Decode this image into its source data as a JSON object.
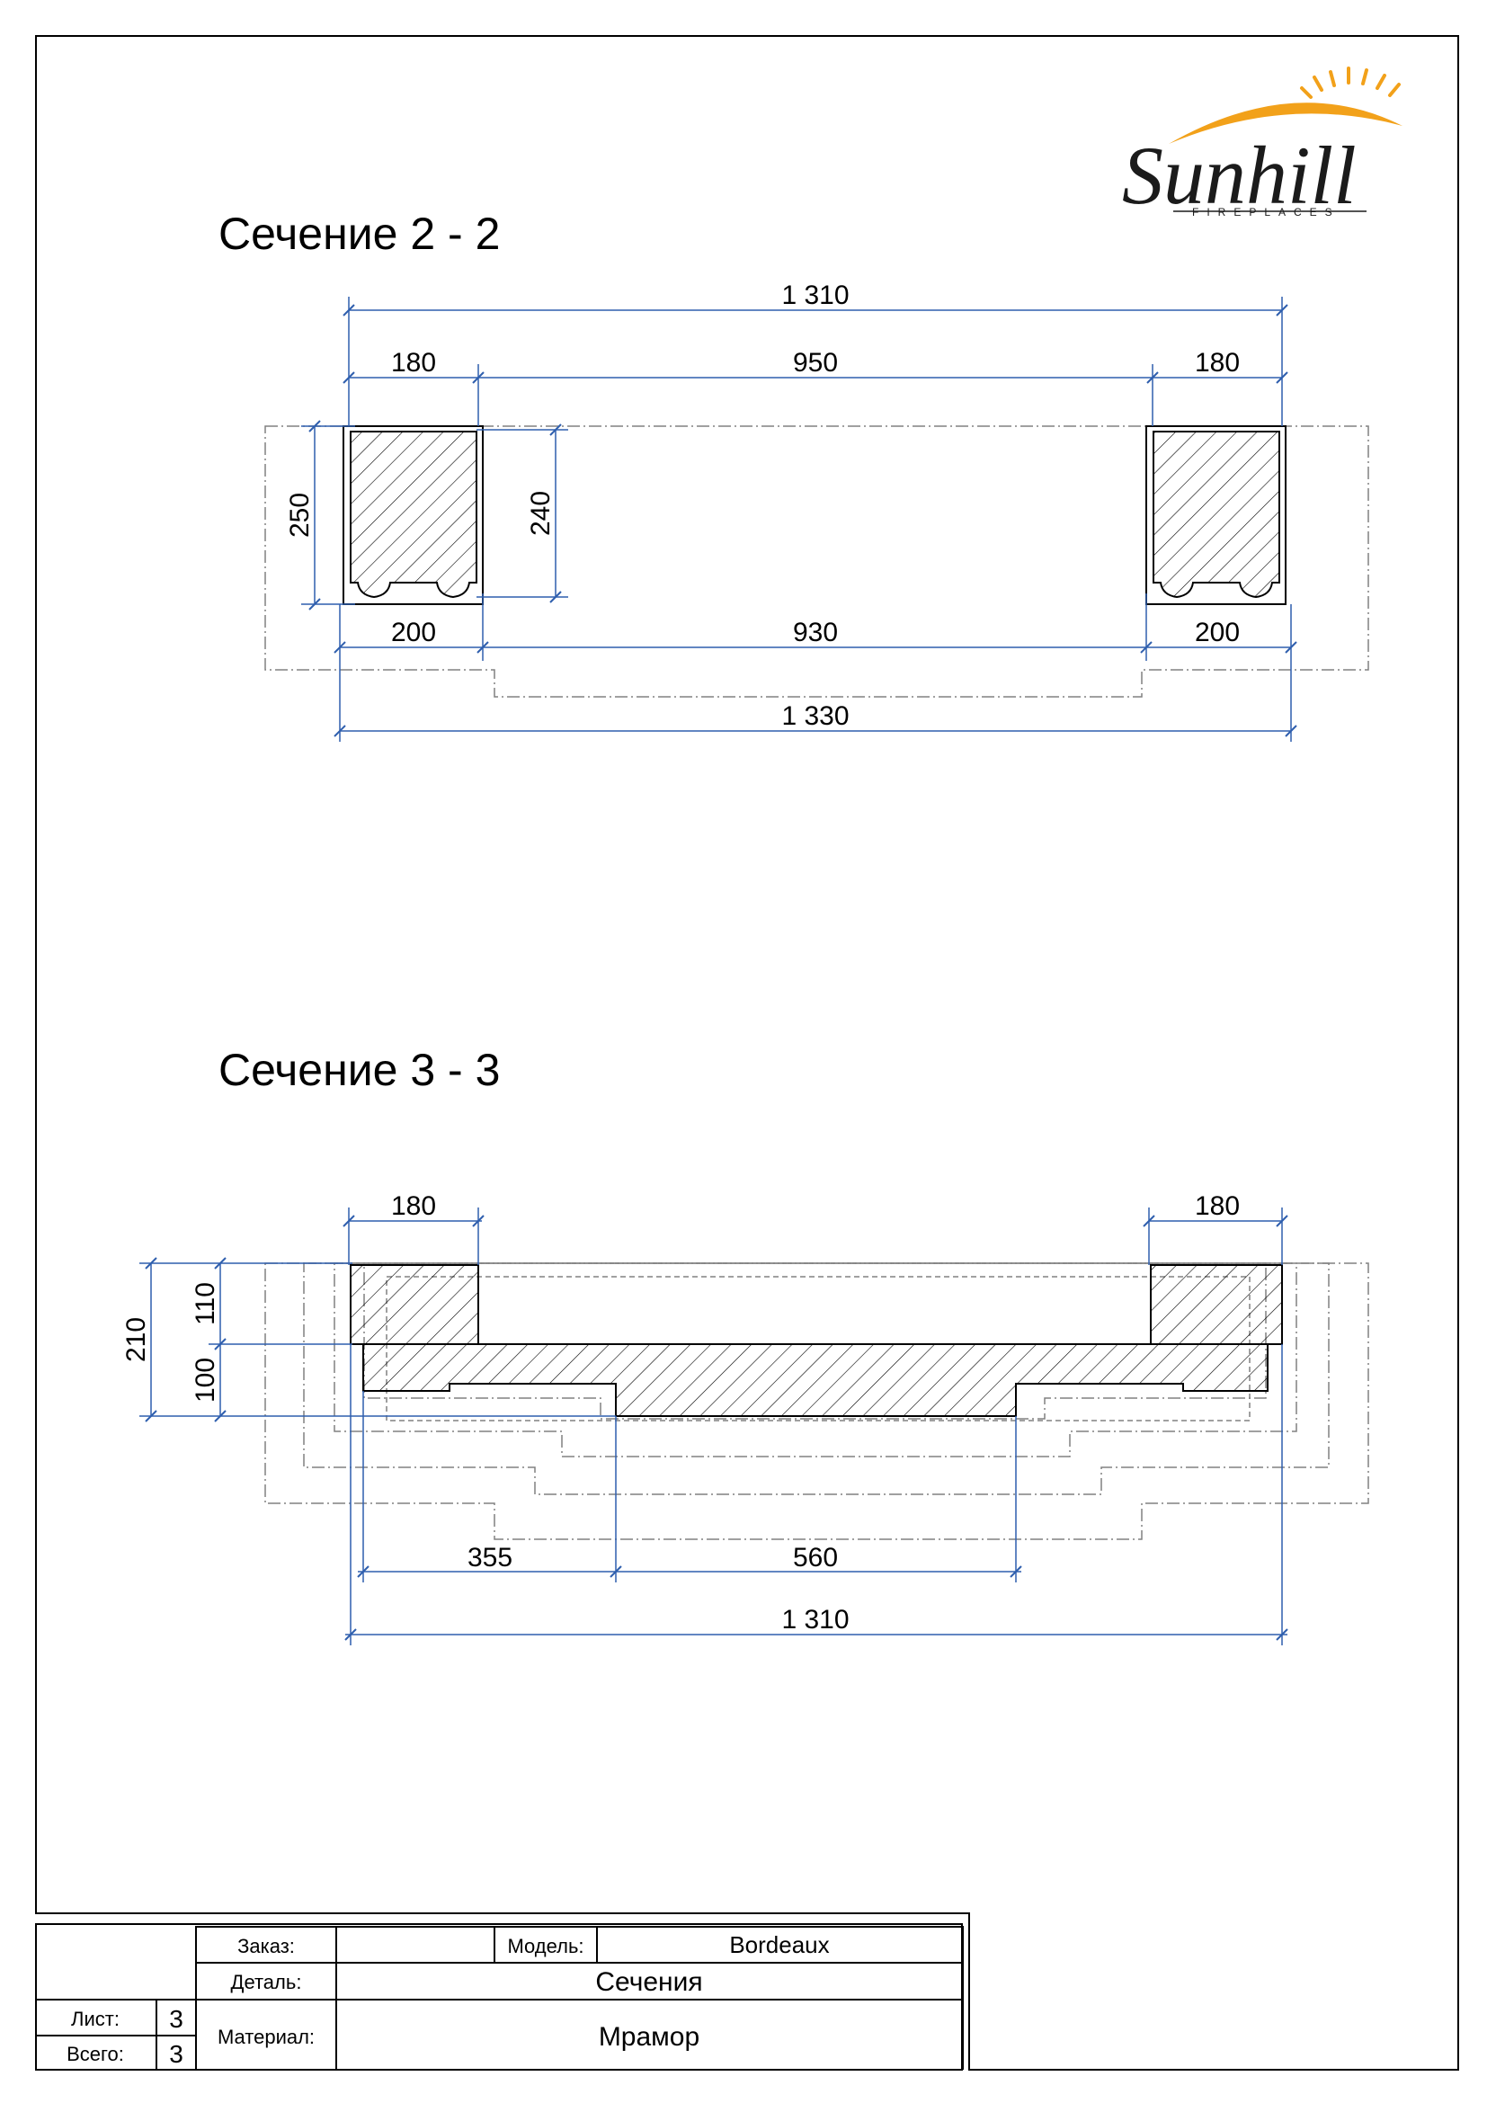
{
  "logo": {
    "name": "Sunhill",
    "sub": "FIREPLACES"
  },
  "section1": {
    "title": "Сечение 2 - 2",
    "dims": {
      "top_total": "1 310",
      "left_w": "180",
      "mid_w": "950",
      "right_w": "180",
      "height_outer": "250",
      "height_inner": "240",
      "bot_left": "200",
      "bot_mid": "930",
      "bot_right": "200",
      "bot_total": "1 330"
    }
  },
  "section2": {
    "title": "Сечение 3 - 3",
    "dims": {
      "left_w": "180",
      "right_w": "180",
      "h_total": "210",
      "h_top": "110",
      "h_bottom": "100",
      "seg_a": "355",
      "seg_b": "560",
      "total": "1 310"
    }
  },
  "titleblock": {
    "order_label": "Заказ:",
    "order_value": "",
    "model_label": "Модель:",
    "model_value": "Bordeaux",
    "detail_label": "Деталь:",
    "detail_value": "Сечения",
    "sheet_label": "Лист:",
    "sheet_value": "3",
    "total_label": "Всего:",
    "total_value": "3",
    "material_label": "Материал:",
    "material_value": "Мрамор"
  },
  "colors": {
    "dimension": "#2f5fae",
    "outline": "#000000",
    "hidden": "#808080",
    "sun": "#f2a11a"
  }
}
